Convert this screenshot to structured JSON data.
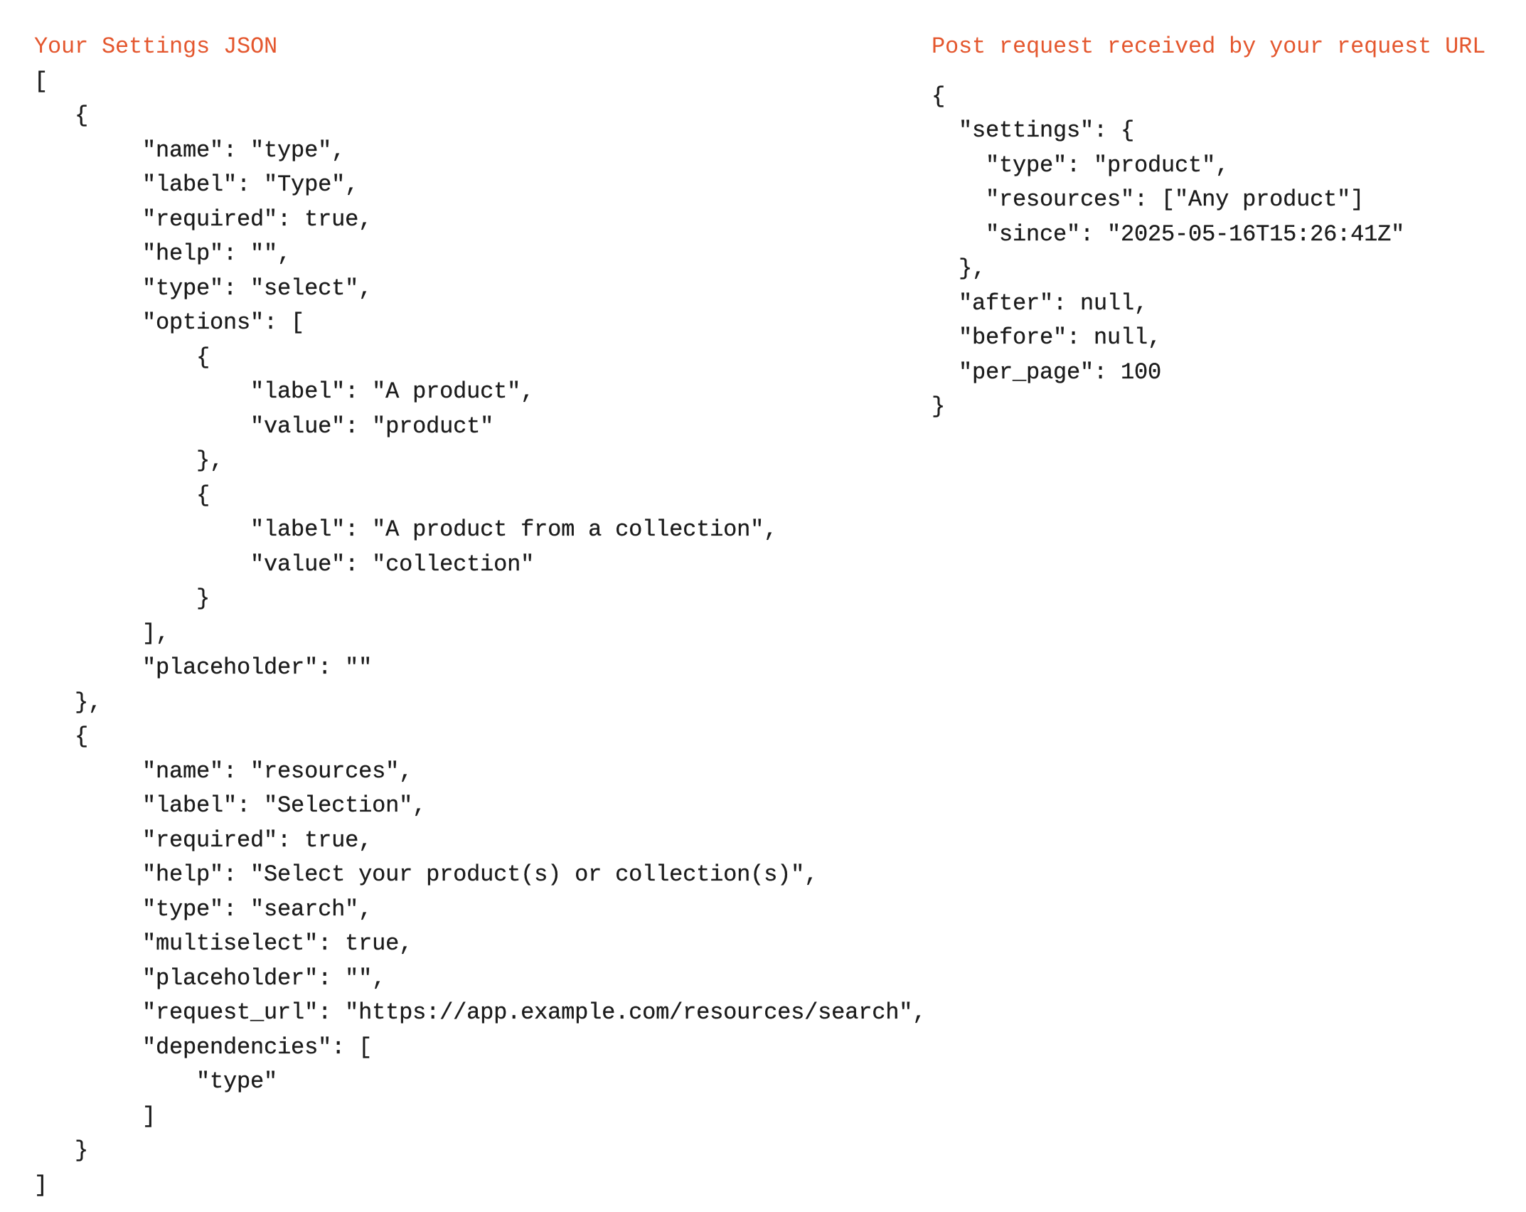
{
  "colors": {
    "heading": "#e4572e",
    "text": "#1c1c1c"
  },
  "settings_panel": {
    "title": "Your Settings JSON",
    "lines": [
      "[",
      "   {",
      "        \"name\": \"type\",",
      "        \"label\": \"Type\",",
      "        \"required\": true,",
      "        \"help\": \"\",",
      "        \"type\": \"select\",",
      "        \"options\": [",
      "            {",
      "                \"label\": \"A product\",",
      "                \"value\": \"product\"",
      "            },",
      "            {",
      "                \"label\": \"A product from a collection\",",
      "                \"value\": \"collection\"",
      "            }",
      "        ],",
      "        \"placeholder\": \"\"",
      "   },",
      "   {",
      "        \"name\": \"resources\",",
      "        \"label\": \"Selection\",",
      "        \"required\": true,",
      "        \"help\": \"Select your product(s) or collection(s)\",",
      "        \"type\": \"search\",",
      "        \"multiselect\": true,",
      "        \"placeholder\": \"\",",
      "        \"request_url\": \"https://app.example.com/resources/search\",",
      "        \"dependencies\": [",
      "            \"type\"",
      "        ]",
      "   }",
      "]"
    ]
  },
  "request_panel": {
    "title": "Post request received by your request URL",
    "lines": [
      "{",
      "  \"settings\": {",
      "    \"type\": \"product\",",
      "    \"resources\": [\"Any product\"]",
      "    \"since\": \"2025-05-16T15:26:41Z\"",
      "  },",
      "  \"after\": null,",
      "  \"before\": null,",
      "  \"per_page\": 100",
      "}"
    ]
  }
}
